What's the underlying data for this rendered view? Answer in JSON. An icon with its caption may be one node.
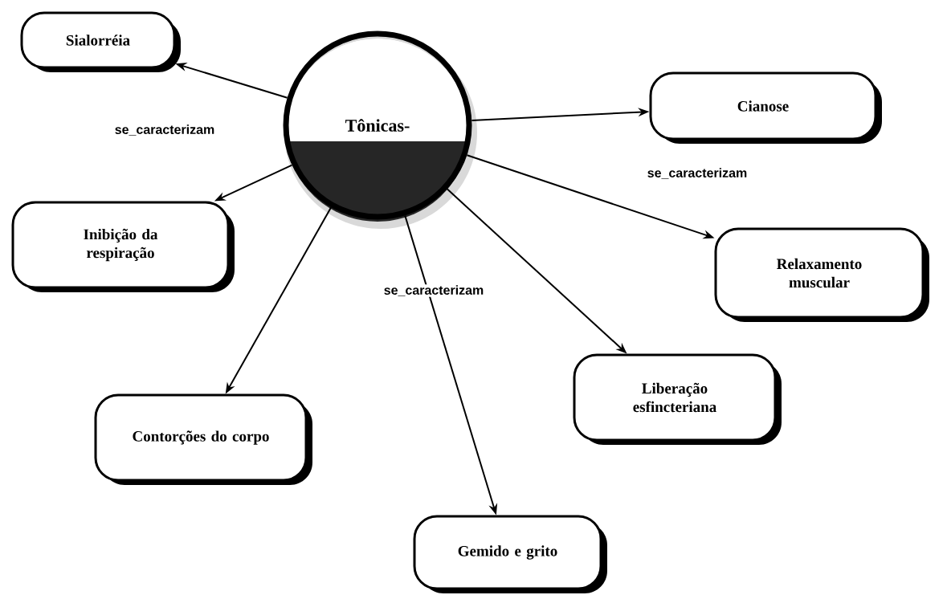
{
  "diagram": {
    "nodes": [
      {
        "text": [
          "Sialorréia"
        ]
      },
      {
        "text": [
          "Tônicas-"
        ]
      },
      {
        "text": [
          "Cianose"
        ]
      },
      {
        "text": [
          "Inibição da respiração"
        ]
      },
      {
        "text": [
          "Relaxamento muscular"
        ]
      },
      {
        "text": [
          "Liberação esfincteriana"
        ]
      },
      {
        "text": [
          "Contorções do corpo"
        ]
      },
      {
        "text": [
          "Gemido e grito"
        ]
      }
    ],
    "edges": [
      {
        "from": 1,
        "to": 0,
        "arrow": "to",
        "label": "se_caracterizam"
      },
      {
        "from": 1,
        "to": 2,
        "arrow": "to"
      },
      {
        "from": 1,
        "to": 3,
        "arrow": "to"
      },
      {
        "from": 1,
        "to": 4,
        "arrow": "to",
        "label": "se_caracterizam"
      },
      {
        "from": 1,
        "to": 5,
        "arrow": "to"
      },
      {
        "from": 1,
        "to": 6,
        "arrow": "to"
      },
      {
        "from": 1,
        "to": 7,
        "arrow": "to",
        "label": "se_caracterizam"
      }
    ]
  }
}
